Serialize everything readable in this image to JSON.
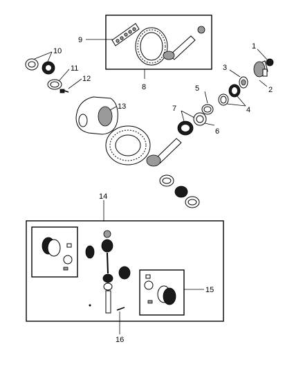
{
  "diagram": {
    "callouts": [
      {
        "id": "c1",
        "label": "1"
      },
      {
        "id": "c2",
        "label": "2"
      },
      {
        "id": "c3",
        "label": "3"
      },
      {
        "id": "c4",
        "label": "4"
      },
      {
        "id": "c5",
        "label": "5"
      },
      {
        "id": "c6",
        "label": "6"
      },
      {
        "id": "c7",
        "label": "7"
      },
      {
        "id": "c8",
        "label": "8"
      },
      {
        "id": "c9",
        "label": "9"
      },
      {
        "id": "c10",
        "label": "10"
      },
      {
        "id": "c11",
        "label": "11"
      },
      {
        "id": "c12",
        "label": "12"
      },
      {
        "id": "c13",
        "label": "13"
      },
      {
        "id": "c14",
        "label": "14"
      },
      {
        "id": "c15",
        "label": "15"
      },
      {
        "id": "c16",
        "label": "16"
      }
    ],
    "colors": {
      "line": "#000000",
      "background": "#ffffff",
      "shade": "#9a9a9a"
    }
  }
}
